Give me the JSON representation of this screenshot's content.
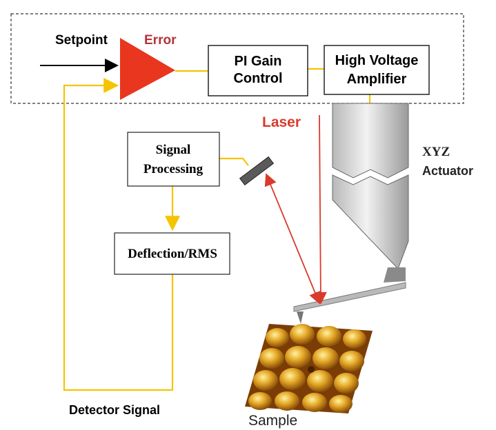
{
  "labels": {
    "setpoint": "Setpoint",
    "error": "Error",
    "pi_gain_line1": "PI Gain",
    "pi_gain_line2": "Control",
    "hv_line1": "High Voltage",
    "hv_line2": "Amplifier",
    "laser": "Laser",
    "xyz_line1": "XYZ",
    "xyz_line2": "Actuator",
    "signal_line1": "Signal",
    "signal_line2": "Processing",
    "deflection": "Deflection/RMS",
    "detector_signal": "Detector Signal",
    "sample": "Sample"
  },
  "colors": {
    "signal_line": "#f5c400",
    "error_red": "#b5323a",
    "laser_red": "#d93a2b",
    "triangle": "#e8361f",
    "sample_gold": "#c88a1c",
    "actuator_gray": "#cfcfcf"
  }
}
